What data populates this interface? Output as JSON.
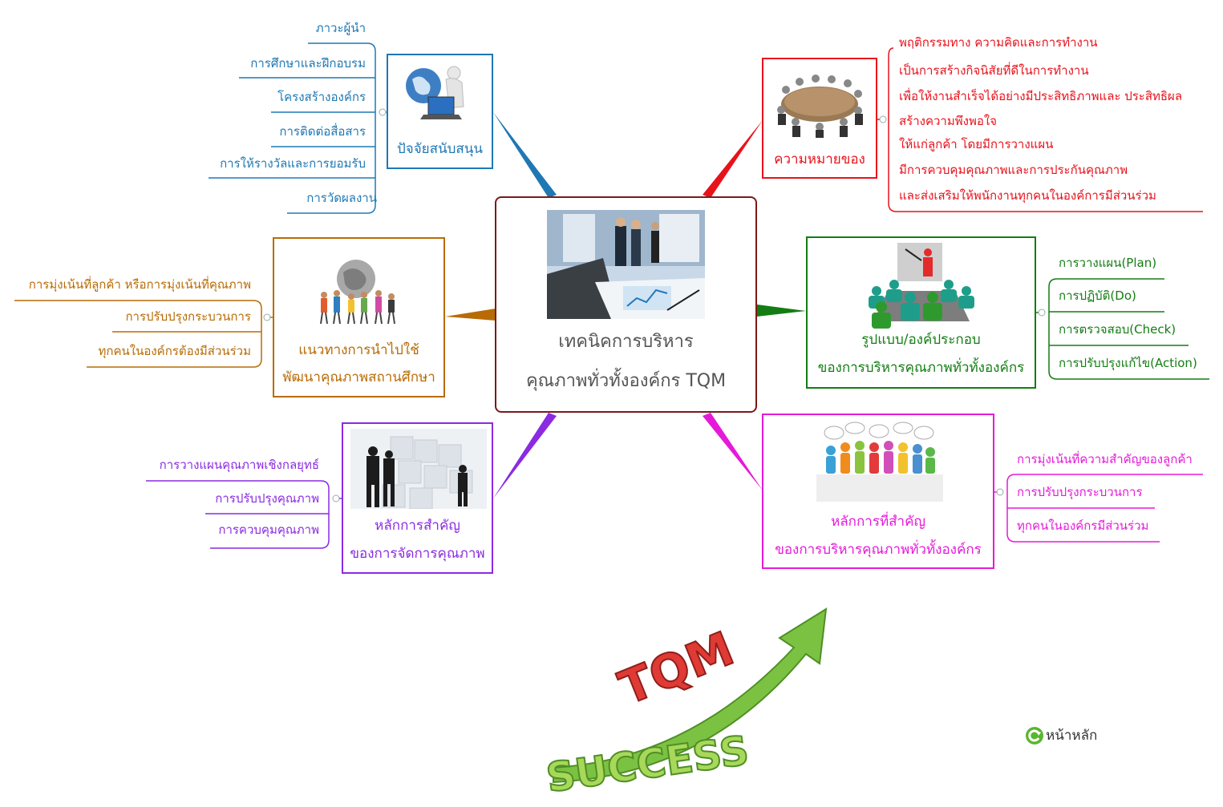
{
  "center": {
    "line1": "เทคนิคการบริหาร",
    "line2": "คุณภาพทั่วทั้งองค์กร TQM"
  },
  "colors": {
    "blue": "#1f78b4",
    "red": "#e8121b",
    "brown": "#b86b05",
    "green": "#137d13",
    "purple": "#8a2be2",
    "magenta": "#e51ad9",
    "center_border": "#7a1a1a"
  },
  "nodes": {
    "support": {
      "title": "ปัจจัยสนับสนุน",
      "items": [
        "ภาวะผู้นำ",
        "การศึกษาและฝึกอบรม",
        "โครงสร้างองค์กร",
        "การติดต่อสื่อสาร",
        "การให้รางวัลและการยอมรับ",
        "การวัดผลงาน"
      ]
    },
    "meaning": {
      "title": "ความหมายของ",
      "items": [
        "พฤติกรรมทาง ความคิดและการทำงาน",
        "เป็นการสร้างกิจนิสัยที่ดีในการทำงาน",
        "เพื่อให้งานสำเร็จได้อย่างมีประสิทธิภาพและ ประสิทธิผล",
        "สร้างความพึงพอใจ",
        "ให้แก่ลูกค้า โดยมีการวางแผน",
        "มีการควบคุมคุณภาพและการประกันคุณภาพ",
        "และส่งเสริมให้พนักงานทุกคนในองค์การมีส่วนร่วม"
      ]
    },
    "apply": {
      "title1": "แนวทางการนำไปใช้",
      "title2": "พัฒนาคุณภาพสถานศึกษา",
      "items": [
        "การมุ่งเน้นที่ลูกค้า หรือการมุ่งเน้นที่คุณภาพ",
        "การปรับปรุงกระบวนการ",
        "ทุกคนในองค์กรต้องมีส่วนร่วม"
      ]
    },
    "model": {
      "title1": "รูปแบบ/องค์ประกอบ",
      "title2": "ของการบริหารคุณภาพทั่วทั้งองค์กร",
      "items": [
        "การวางแผน(Plan)",
        "การปฏิบัติ(Do)",
        "การตรวจสอบ(Check)",
        "การปรับปรุงแก้ไข(Action)"
      ]
    },
    "principle": {
      "title1": "หลักการสำคัญ",
      "title2": "ของการจัดการคุณภาพ",
      "items": [
        "การวางแผนคุณภาพเชิงกลยุทธ์",
        "การปรับปรุงคุณภาพ",
        "การควบคุมคุณภาพ"
      ]
    },
    "key": {
      "title1": "หลักการที่สำคัญ",
      "title2": "ของการบริหารคุณภาพทั่วทั้งองค์กร",
      "items": [
        "การมุ่งเน้นที่ความสำคัญของลูกค้า",
        "การปรับปรุงกระบวนการ",
        "ทุกคนในองค์กรมีส่วนร่วม"
      ]
    }
  },
  "logo": {
    "tqm": "TQM",
    "success": "SUCCESS"
  },
  "home": {
    "label": "หน้าหลัก",
    "icon": "refresh-icon"
  }
}
